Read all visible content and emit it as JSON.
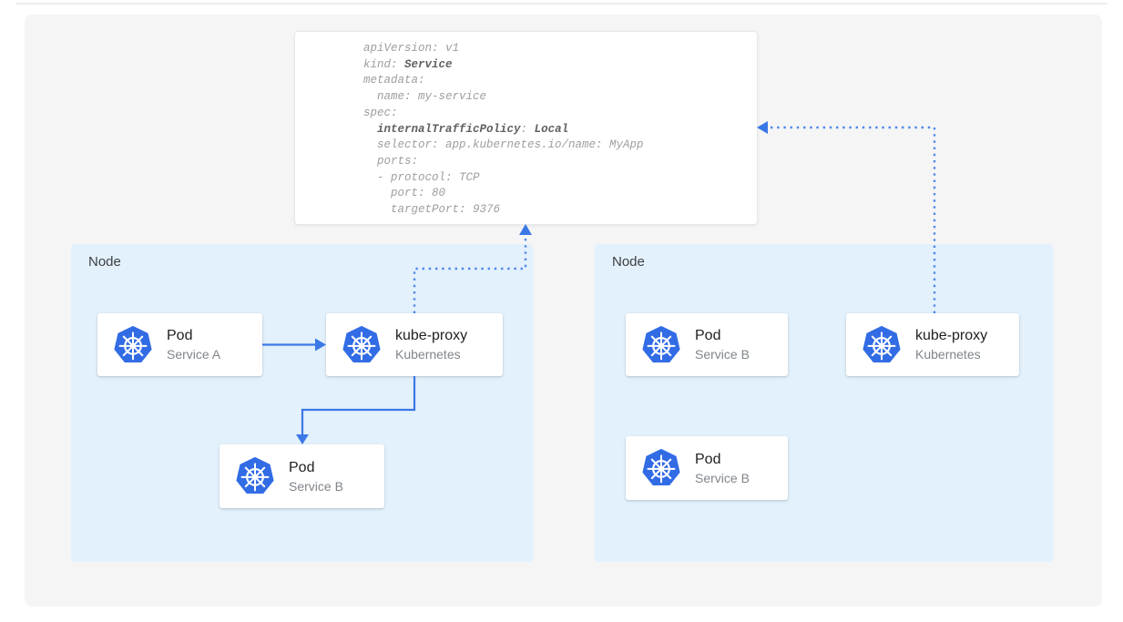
{
  "colors": {
    "arrow": "#3b78e7",
    "arrow_dotted": "#4f87ea",
    "kubernetes_blue": "#326ce5",
    "node_bg": "#e3f1fc",
    "panel_bg": "#f5f5f6"
  },
  "yaml_card": {
    "lines": [
      [
        {
          "t": "apiVersion: v1",
          "b": false
        }
      ],
      [
        {
          "t": "kind: ",
          "b": false
        },
        {
          "t": "Service",
          "b": true
        }
      ],
      [
        {
          "t": "metadata:",
          "b": false
        }
      ],
      [
        {
          "t": "  name: my-service",
          "b": false
        }
      ],
      [
        {
          "t": "spec:",
          "b": false
        }
      ],
      [
        {
          "t": "  ",
          "b": false
        },
        {
          "t": "internalTrafficPolicy",
          "b": true
        },
        {
          "t": ": ",
          "b": false
        },
        {
          "t": "Local",
          "b": true
        }
      ],
      [
        {
          "t": "  selector: app.kubernetes.io/name: MyApp",
          "b": false
        }
      ],
      [
        {
          "t": "  ports:",
          "b": false
        }
      ],
      [
        {
          "t": "  - protocol: TCP",
          "b": false
        }
      ],
      [
        {
          "t": "    port: 80",
          "b": false
        }
      ],
      [
        {
          "t": "    targetPort: 9376",
          "b": false
        }
      ]
    ]
  },
  "nodes": [
    {
      "label": "Node",
      "cards": [
        {
          "title": "Pod",
          "subtitle": "Service A"
        },
        {
          "title": "kube-proxy",
          "subtitle": "Kubernetes"
        },
        {
          "title": "Pod",
          "subtitle": "Service B"
        }
      ]
    },
    {
      "label": "Node",
      "cards": [
        {
          "title": "Pod",
          "subtitle": "Service B"
        },
        {
          "title": "kube-proxy",
          "subtitle": "Kubernetes"
        },
        {
          "title": "Pod",
          "subtitle": "Service B"
        }
      ]
    }
  ]
}
